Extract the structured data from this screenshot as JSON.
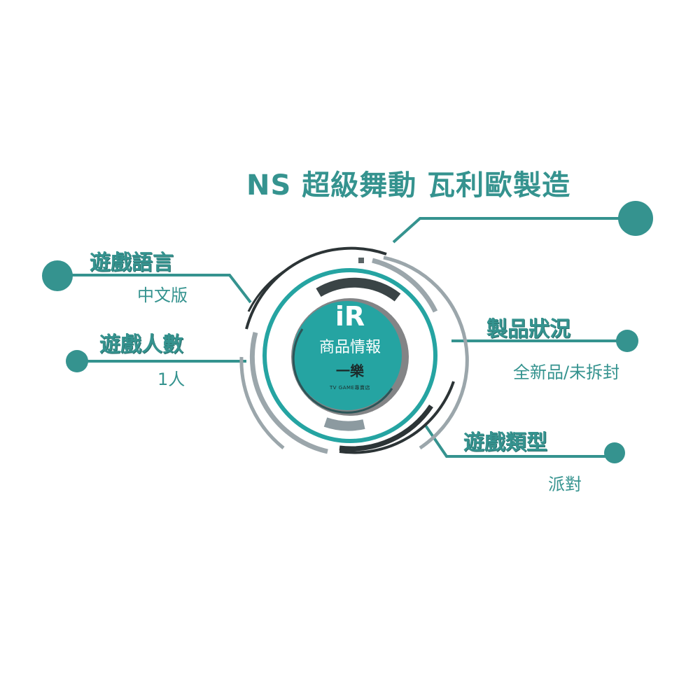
{
  "title": "NS 超級舞動 瓦利歐製造",
  "center": {
    "logo": "iR",
    "heading": "商品情報",
    "brand": "一樂",
    "tagline": "TV GAME專賣店"
  },
  "info": {
    "language": {
      "label": "遊戲語言",
      "value": "中文版"
    },
    "players": {
      "label": "遊戲人數",
      "value": "1人"
    },
    "condition": {
      "label": "製品狀況",
      "value": "全新品/未拆封"
    },
    "genre": {
      "label": "遊戲類型",
      "value": "派對"
    }
  },
  "colors": {
    "teal": "#35938f",
    "center_fill": "#25a4a2",
    "dark_arc": "#2c3436",
    "gray_arc": "#9ba6ab",
    "mid_gray": "#838486"
  }
}
